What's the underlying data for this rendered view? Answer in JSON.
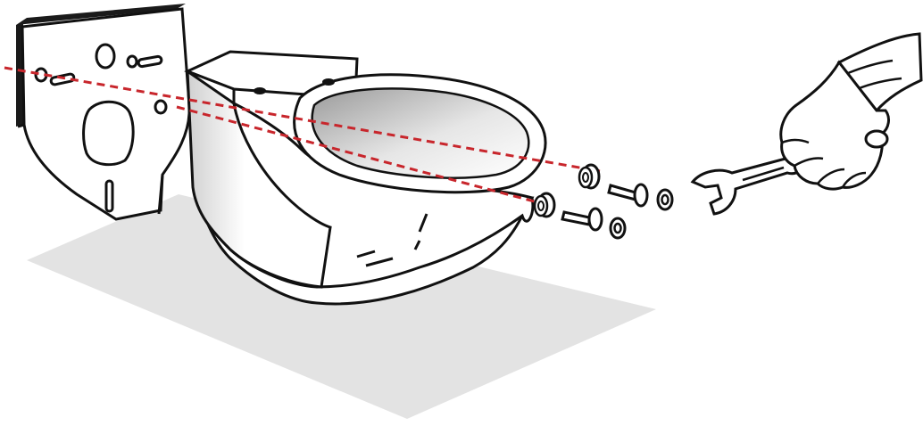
{
  "diagram": {
    "parts": [
      {
        "id": "mounting-plate",
        "icon": "wall-plate"
      },
      {
        "id": "toilet-bowl",
        "icon": "wall-hung-toilet"
      },
      {
        "id": "fixing-set-upper",
        "icon": "sleeve-bolt-washer"
      },
      {
        "id": "fixing-set-lower",
        "icon": "sleeve-bolt-washer"
      },
      {
        "id": "wrench-in-hand",
        "icon": "open-end-wrench"
      }
    ],
    "colors": {
      "outline": "#111111",
      "fill": "#ffffff",
      "floor_shadow": "#e3e3e3",
      "plate_edge": "#1a1a1a",
      "alignment_line": "#c8262c",
      "bowl_shading": "#b9b9b9"
    }
  }
}
